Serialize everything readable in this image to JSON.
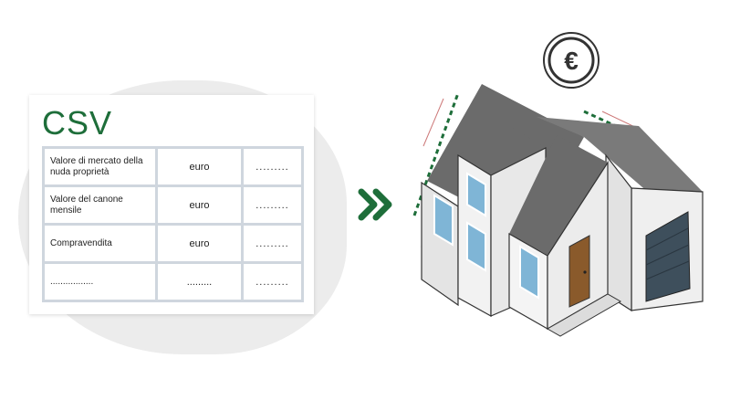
{
  "csv_card": {
    "title": "CSV",
    "rows": [
      [
        "Valore di mercato della nuda proprietà",
        "euro",
        "........."
      ],
      [
        "Valore del canone mensile",
        "euro",
        "........."
      ],
      [
        "Compravendita",
        "euro",
        "........."
      ],
      [
        ".................",
        ".........",
        "........."
      ]
    ]
  },
  "badge": {
    "symbol": "€"
  },
  "colors": {
    "accent_green": "#1e6e3a",
    "roof": "#6b6b6b",
    "wall": "#f2f2f2",
    "door": "#8a5a2b",
    "garage": "#3e4f5c",
    "window": "#7fb5d6"
  }
}
